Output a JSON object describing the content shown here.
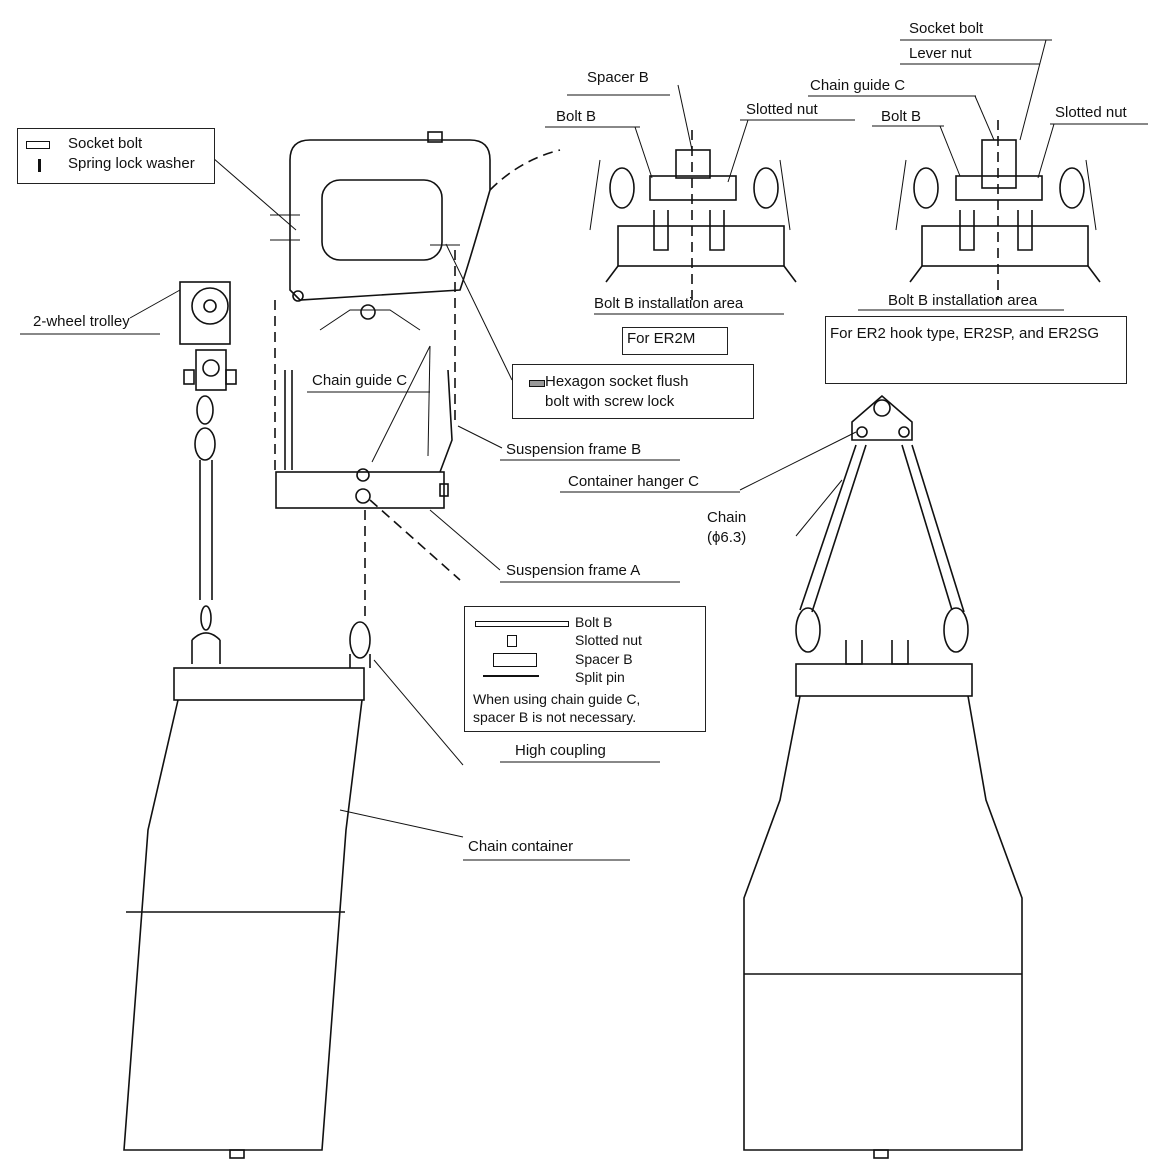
{
  "labels": {
    "socket_bolt_top": "Socket bolt",
    "lever_nut": "Lever nut",
    "chain_guide_c_top": "Chain guide C",
    "spacer_b_top": "Spacer B",
    "bolt_b_left": "Bolt B",
    "slotted_nut_left": "Slotted nut",
    "bolt_b_right": "Bolt B",
    "slotted_nut_right": "Slotted nut",
    "bolt_b_installation_area_left": "Bolt B installation area",
    "bolt_b_installation_area_right": "Bolt B installation area",
    "for_er2m": "For ER2M",
    "for_er2_hook": "For ER2 hook type, ER2SP, and ER2SG",
    "two_wheel_trolley": "2-wheel trolley",
    "chain_guide_c_mid": "Chain guide C",
    "hexagon_bolt_line1": "Hexagon socket flush",
    "hexagon_bolt_line2": "bolt with screw lock",
    "suspension_frame_b": "Suspension frame B",
    "container_hanger_c": "Container hanger C",
    "chain_line1": "Chain",
    "chain_line2": "(ϕ6.3)",
    "suspension_frame_a": "Suspension frame A",
    "high_coupling": "High coupling",
    "chain_container": "Chain container"
  },
  "legend_top_left": {
    "socket_bolt": "Socket bolt",
    "spring_lock_washer": "Spring lock washer"
  },
  "parts_box": {
    "bolt_b": "Bolt B",
    "slotted_nut": "Slotted nut",
    "spacer_b": "Spacer B",
    "split_pin": "Split pin",
    "note_line1": "When using chain guide C,",
    "note_line2": "spacer B is not necessary."
  }
}
